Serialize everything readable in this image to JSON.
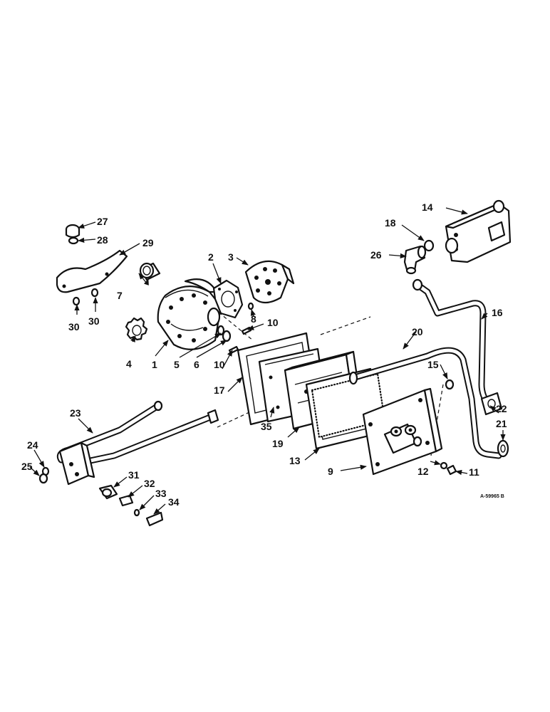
{
  "drawing_code": "A-59965 B",
  "callouts": [
    "1",
    "2",
    "3",
    "4",
    "5",
    "6",
    "7",
    "8",
    "9",
    "10",
    "10",
    "11",
    "12",
    "13",
    "14",
    "15",
    "16",
    "17",
    "18",
    "19",
    "20",
    "21",
    "22",
    "23",
    "24",
    "25",
    "26",
    "27",
    "28",
    "29",
    "30",
    "30",
    "31",
    "32",
    "33",
    "34",
    "35"
  ]
}
